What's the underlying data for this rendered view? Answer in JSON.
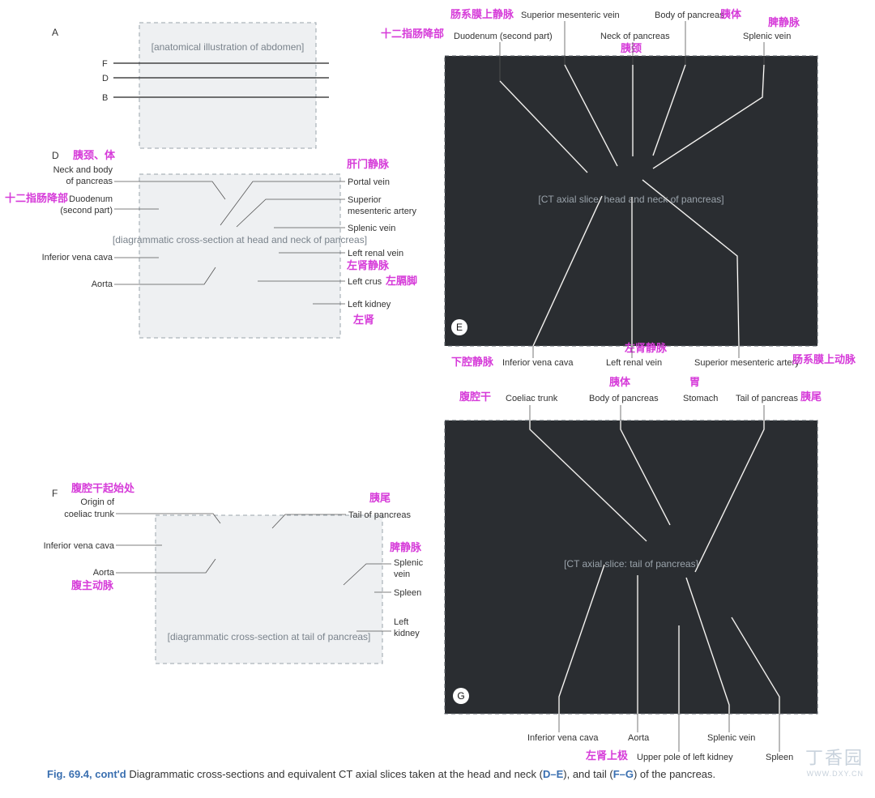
{
  "panel_a": {
    "letter": "A",
    "placeholder": "[anatomical illustration of abdomen]",
    "cut_labels": [
      "F",
      "D",
      "B"
    ]
  },
  "panel_d": {
    "letter": "D",
    "title_cn": "胰颈、体",
    "placeholder": "[diagrammatic cross-section at head and neck of pancreas]",
    "labels": {
      "neck_body_1": "Neck and body",
      "neck_body_2": "of pancreas",
      "duodenum_cn": "十二指肠降部",
      "duodenum_1": "Duodenum",
      "duodenum_2": "(second part)",
      "ivc": "Inferior vena cava",
      "aorta": "Aorta",
      "portal_cn": "肝门静脉",
      "portal": "Portal vein",
      "sma_1": "Superior",
      "sma_2": "mesenteric artery",
      "splenic_vein": "Splenic vein",
      "left_renal_vein": "Left renal vein",
      "left_renal_vein_cn": "左肾静脉",
      "left_crus": "Left crus",
      "left_crus_cn": "左膈脚",
      "left_kidney": "Left kidney",
      "left_kidney_cn": "左肾"
    }
  },
  "panel_e": {
    "letter": "E",
    "placeholder": "[CT axial slice: head and neck of pancreas]",
    "labels": {
      "smv_cn": "肠系膜上静脉",
      "smv": "Superior mesenteric vein",
      "body_pancreas": "Body of pancreas",
      "body_pancreas_cn": "胰体",
      "splenic_vein_cn": "脾静脉",
      "splenic_vein": "Splenic vein",
      "duodenum_cn": "十二指肠降部",
      "duodenum": "Duodenum (second part)",
      "neck_pancreas": "Neck of pancreas",
      "neck_pancreas_cn": "胰颈",
      "ivc_cn": "下腔静脉",
      "ivc": "Inferior vena cava",
      "left_renal_vein_cn": "左肾静脉",
      "left_renal_vein": "Left renal vein",
      "sma": "Superior mesenteric artery",
      "sma_cn": "肠系膜上动脉"
    }
  },
  "panel_f": {
    "letter": "F",
    "placeholder": "[diagrammatic cross-section at tail of pancreas]",
    "labels": {
      "origin_cn": "腹腔干起始处",
      "origin_1": "Origin of",
      "origin_2": "coeliac trunk",
      "tail_cn": "胰尾",
      "tail": "Tail of pancreas",
      "ivc": "Inferior vena cava",
      "aorta": "Aorta",
      "aorta_cn": "腹主动脉",
      "splenic_vein_cn": "脾静脉",
      "splenic_vein_1": "Splenic",
      "splenic_vein_2": "vein",
      "spleen": "Spleen",
      "left_kidney_1": "Left",
      "left_kidney_2": "kidney"
    }
  },
  "panel_g": {
    "letter": "G",
    "placeholder": "[CT axial slice: tail of pancreas]",
    "labels": {
      "coeliac_cn": "腹腔干",
      "coeliac": "Coeliac trunk",
      "body_pancreas_cn": "胰体",
      "body_pancreas": "Body of pancreas",
      "stomach_cn": "胃",
      "stomach": "Stomach",
      "tail": "Tail of pancreas",
      "tail_cn": "胰尾",
      "ivc": "Inferior vena cava",
      "aorta": "Aorta",
      "upper_pole_cn": "左肾上极",
      "upper_pole": "Upper pole of left kidney",
      "splenic_vein": "Splenic vein",
      "spleen": "Spleen"
    }
  },
  "caption": {
    "lead": "Fig. 69.4, cont'd",
    "t1": "Diagrammatic cross-sections and equivalent CT axial slices taken at the head and neck (",
    "p1": "D–E",
    "t2": "), and tail (",
    "p2": "F–G",
    "t3": ") of the pancreas."
  },
  "watermark": {
    "main": "丁香园",
    "sub": "WWW.DXY.CN"
  },
  "colors": {
    "annotation_cn": "#d63bd9",
    "label": "#333333",
    "caption_accent": "#3a6fb0"
  }
}
